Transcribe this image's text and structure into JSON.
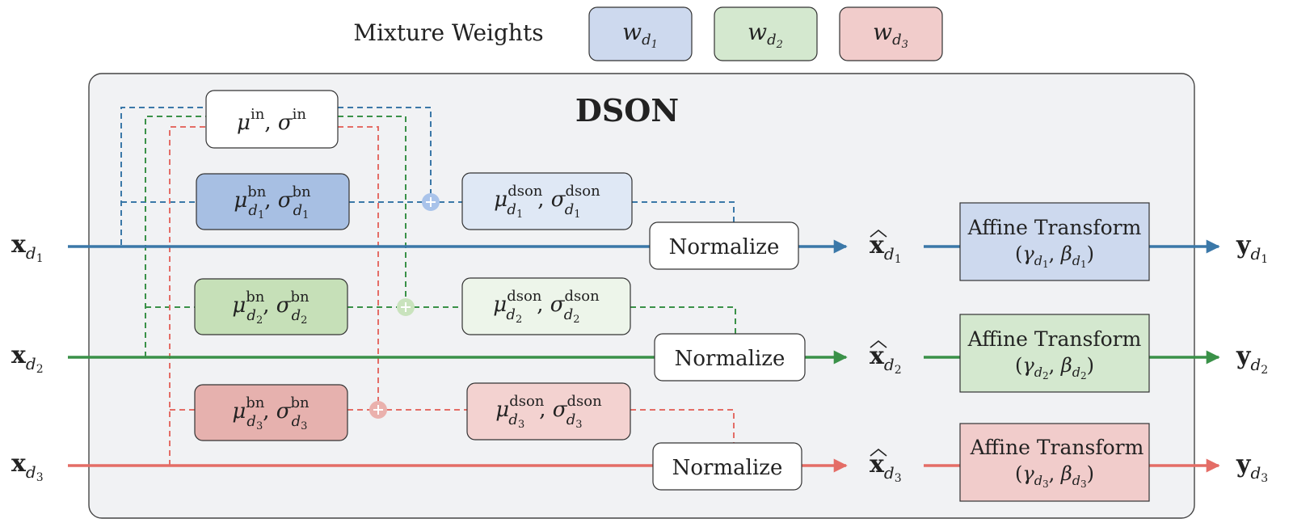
{
  "title": "DSON",
  "mixture_weights": {
    "label": "Mixture Weights",
    "symbol": "w",
    "items": [
      {
        "sub": "d",
        "subsub": "1",
        "color": "#cdd9ee"
      },
      {
        "sub": "d",
        "subsub": "2",
        "color": "#d4e8cf"
      },
      {
        "sub": "d",
        "subsub": "3",
        "color": "#f1cccb"
      }
    ]
  },
  "instance_stats": {
    "mu": "μ",
    "sigma": "σ",
    "sup": "in"
  },
  "bn_sup": "bn",
  "dson_sup": "dson",
  "normalize_label": "Normalize",
  "affine_label": "Affine Transform",
  "affine_gamma": "γ",
  "affine_beta": "β",
  "input_symbol": "x",
  "output_symbol": "y",
  "domain_sub": "d",
  "domains": [
    {
      "index": "1",
      "line_color": "#3b78a8",
      "bn_fill": "#a7bfe3",
      "dson_fill": "#dfe8f5",
      "affine_fill": "#cdd9ee",
      "plus_fill": "#a9c3ea"
    },
    {
      "index": "2",
      "line_color": "#3a9148",
      "bn_fill": "#c6e0b8",
      "dson_fill": "#edf5ea",
      "affine_fill": "#d4e8cf",
      "plus_fill": "#c9e3bd"
    },
    {
      "index": "3",
      "line_color": "#e46d66",
      "bn_fill": "#e6b1ae",
      "dson_fill": "#f3d2d0",
      "affine_fill": "#f1cccb",
      "plus_fill": "#eab1ad"
    }
  ]
}
